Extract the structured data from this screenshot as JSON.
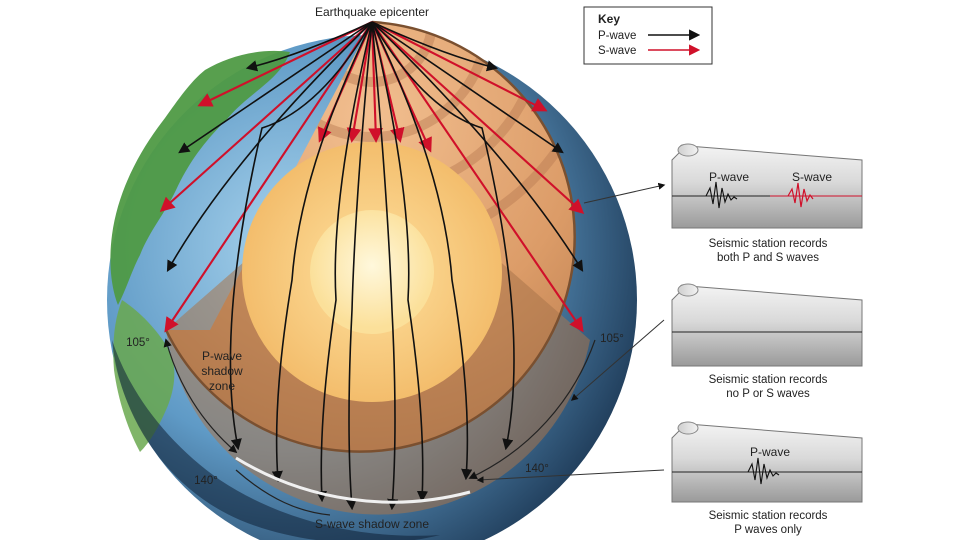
{
  "diagram": {
    "epicenter_label": "Earthquake epicenter",
    "key": {
      "title": "Key",
      "items": [
        {
          "label": "P-wave",
          "color": "#111111"
        },
        {
          "label": "S-wave",
          "color": "#d0102a"
        }
      ]
    },
    "angle_labels": {
      "left_105": "105°",
      "right_105": "105°",
      "left_140": "140°",
      "right_140": "140°"
    },
    "p_shadow_zone_lines": [
      "P-wave",
      "shadow",
      "zone"
    ],
    "s_shadow_zone": "S-wave shadow zone",
    "stations": [
      {
        "trace_labels": [
          "P-wave",
          "S-wave"
        ],
        "caption": [
          "Seismic station records",
          "both P and S waves"
        ]
      },
      {
        "trace_labels": [],
        "caption": [
          "Seismic station records",
          "no P or S waves"
        ]
      },
      {
        "trace_labels": [
          "P-wave"
        ],
        "caption": [
          "Seismic station records",
          "P waves only"
        ]
      }
    ],
    "colors": {
      "p_wave": "#111111",
      "s_wave": "#d0102a",
      "mantle": "#e0a070",
      "outer_core": "#f6c878",
      "inner_core": "#fbe7a8",
      "ocean": "#6aa6cf",
      "land": "#4f9a45"
    }
  }
}
